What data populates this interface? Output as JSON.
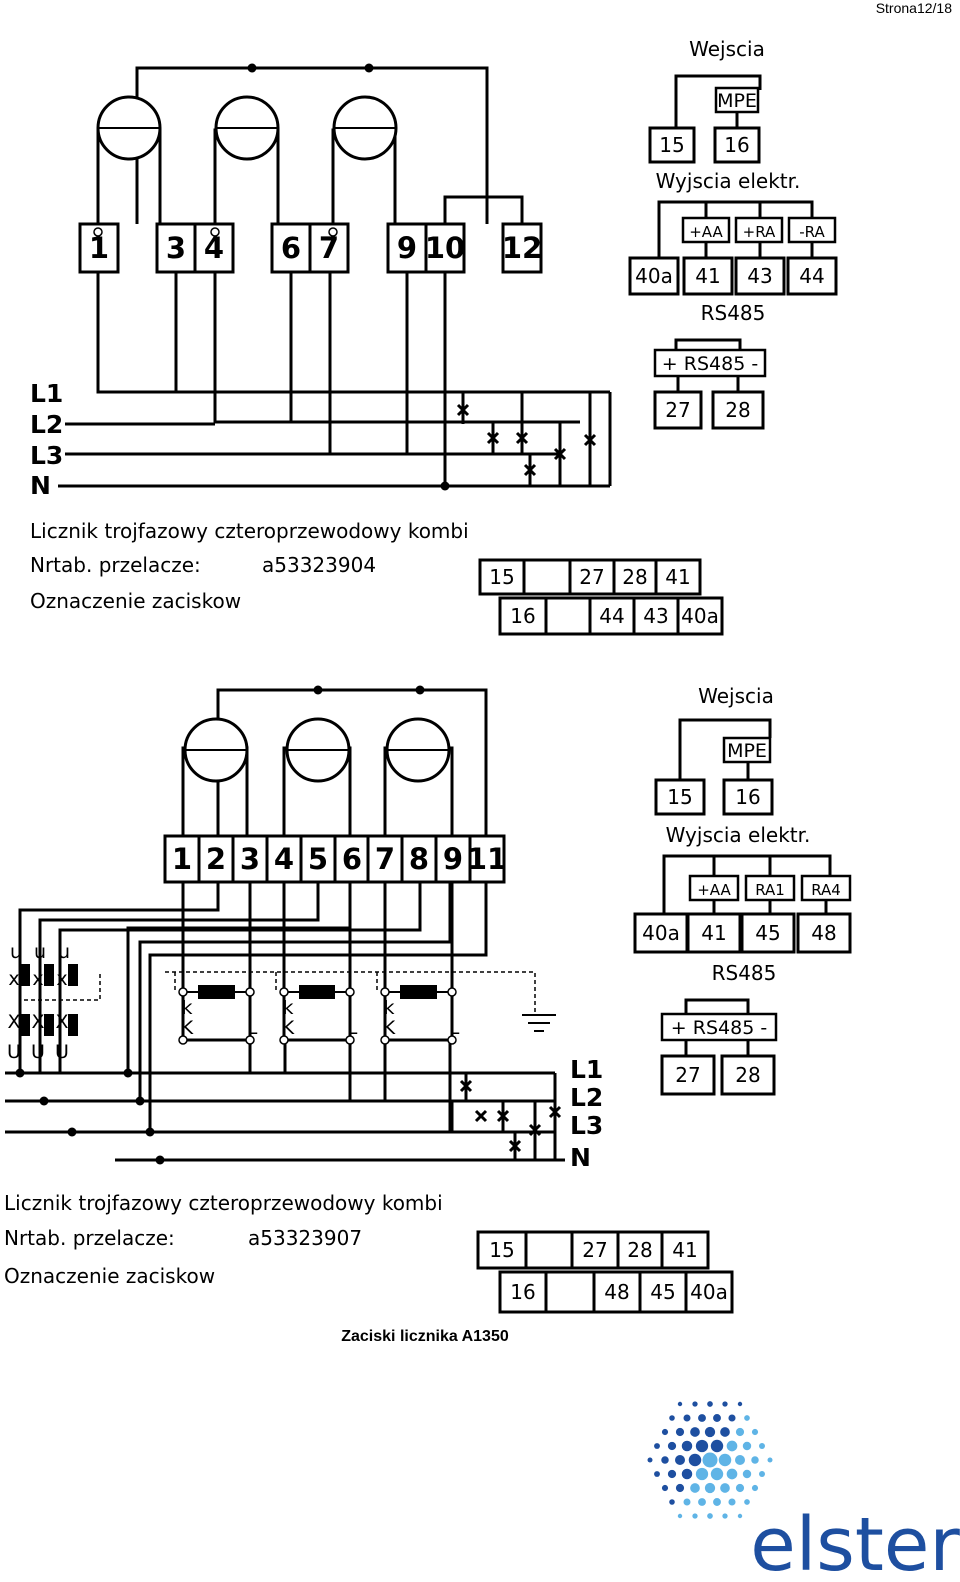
{
  "page_number": "Strona12/18",
  "diagram1": {
    "terminals": [
      "1",
      "3",
      "4",
      "6",
      "7",
      "9",
      "10",
      "12"
    ],
    "lines": [
      "L1",
      "L2",
      "L3",
      "N"
    ],
    "inputs_title": "Wejscia",
    "mpe_label": "MPE",
    "input_terms": [
      "15",
      "16"
    ],
    "outputs_title": "Wyjscia elektr.",
    "output_signals": [
      "+AA",
      "+RA",
      "-RA"
    ],
    "output_terms": [
      "40a",
      "41",
      "43",
      "44"
    ],
    "rs485_title": "RS485",
    "rs485_box": "+ RS485 -",
    "rs485_terms": [
      "27",
      "28"
    ],
    "desc_title": "Licznik trojfazowy czteroprzewodowy kombi",
    "desc_switch_label": "Nrtab. przelacze:",
    "desc_switch_value": "a53323904",
    "desc_terminals_label": "Oznaczenie zaciskow",
    "table_row1": [
      "15",
      "",
      "27",
      "28",
      "41"
    ],
    "table_row2": [
      "16",
      "",
      "44",
      "43",
      "40a"
    ]
  },
  "diagram2": {
    "terminals": [
      "1",
      "2",
      "3",
      "4",
      "5",
      "6",
      "7",
      "8",
      "9",
      "11"
    ],
    "lines": [
      "L1",
      "L2",
      "L3",
      "N"
    ],
    "ct_top": [
      "k",
      "l"
    ],
    "ct_bottom": [
      "K",
      "L"
    ],
    "vt_top": "u",
    "vt_mid": "x",
    "vt_low": "X",
    "vt_bottom": "U",
    "inputs_title": "Wejscia",
    "mpe_label": "MPE",
    "input_terms": [
      "15",
      "16"
    ],
    "outputs_title": "Wyjscia elektr.",
    "output_signals": [
      "+AA",
      "RA1",
      "RA4"
    ],
    "output_terms": [
      "40a",
      "41",
      "45",
      "48"
    ],
    "rs485_title": "RS485",
    "rs485_box": "+ RS485 -",
    "rs485_terms": [
      "27",
      "28"
    ],
    "desc_title": "Licznik trojfazowy czteroprzewodowy kombi",
    "desc_switch_label": "Nrtab. przelacze:",
    "desc_switch_value": "a53323907",
    "desc_terminals_label": "Oznaczenie zaciskow",
    "table_row1": [
      "15",
      "",
      "27",
      "28",
      "41"
    ],
    "table_row2": [
      "16",
      "",
      "48",
      "45",
      "40a"
    ]
  },
  "caption": "Zaciski licznika A1350",
  "logo_text": "elster",
  "colors": {
    "logo_blue": "#1e4fa0",
    "logo_light": "#5fb4e6"
  }
}
